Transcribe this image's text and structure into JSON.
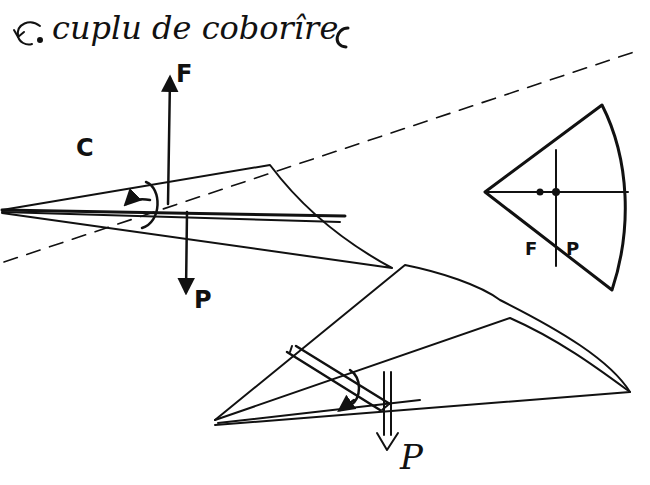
{
  "diagram": {
    "title": "cuplu de coborîre",
    "labels": [
      "F",
      "C",
      "P",
      "F",
      "P",
      "P"
    ]
  }
}
